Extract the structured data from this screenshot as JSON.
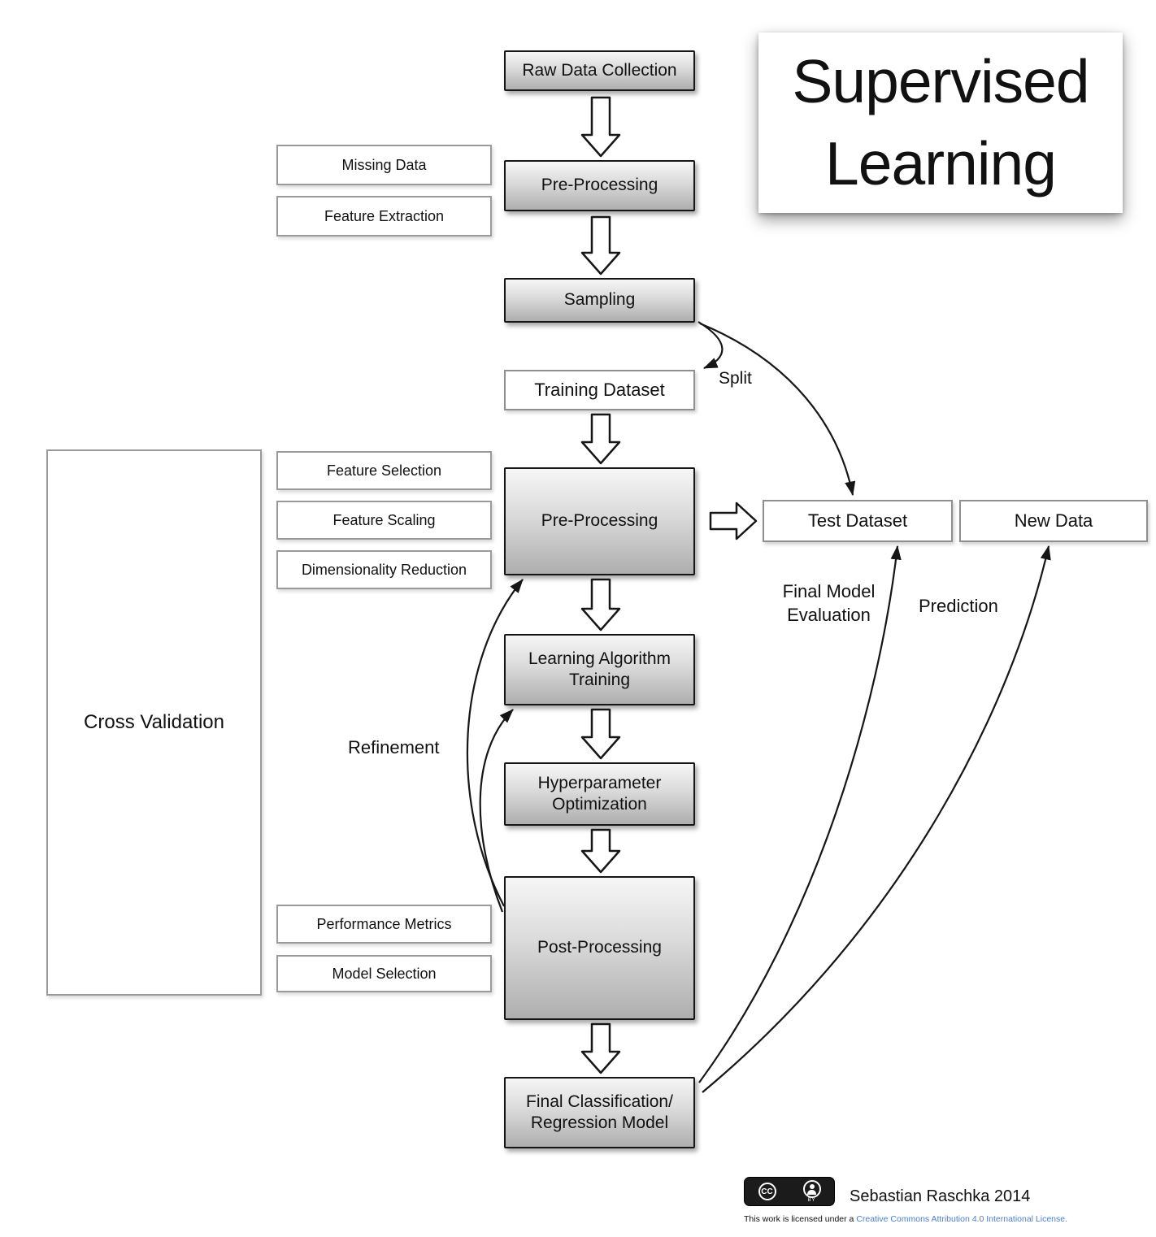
{
  "title": {
    "line1": "Supervised",
    "line2": "Learning"
  },
  "flow": {
    "raw_data_collection": "Raw Data Collection",
    "pre_processing_1": "Pre-Processing",
    "sampling": "Sampling",
    "training_dataset": "Training Dataset",
    "pre_processing_2": "Pre-Processing",
    "learning_algorithm_training": "Learning Algorithm\nTraining",
    "hyperparameter_optimization": "Hyperparameter\nOptimization",
    "post_processing": "Post-Processing",
    "final_model": "Final Classification/\nRegression Model",
    "test_dataset": "Test Dataset",
    "new_data": "New Data"
  },
  "side_labels": {
    "missing_data": "Missing Data",
    "feature_extraction": "Feature Extraction",
    "feature_selection": "Feature Selection",
    "feature_scaling": "Feature Scaling",
    "dimensionality_reduction": "Dimensionality Reduction",
    "performance_metrics": "Performance Metrics",
    "model_selection": "Model Selection",
    "cross_validation": "Cross Validation"
  },
  "edge_labels": {
    "split": "Split",
    "refinement": "Refinement",
    "final_model_evaluation": "Final Model\nEvaluation",
    "prediction": "Prediction"
  },
  "footer": {
    "cc": "CC",
    "by": "BY",
    "credit": "Sebastian Raschka 2014",
    "license_prefix": "This work is licensed under a ",
    "license_link_text": "Creative Commons Attribution 4.0 International License."
  },
  "colors": {
    "box_gradient_top": "#f6f6f6",
    "box_gradient_bottom": "#aeaeae",
    "box_border_dark": "#161616",
    "box_border_gray": "#9a9a9a",
    "link_blue": "#4a7dd6",
    "text": "#111111"
  }
}
